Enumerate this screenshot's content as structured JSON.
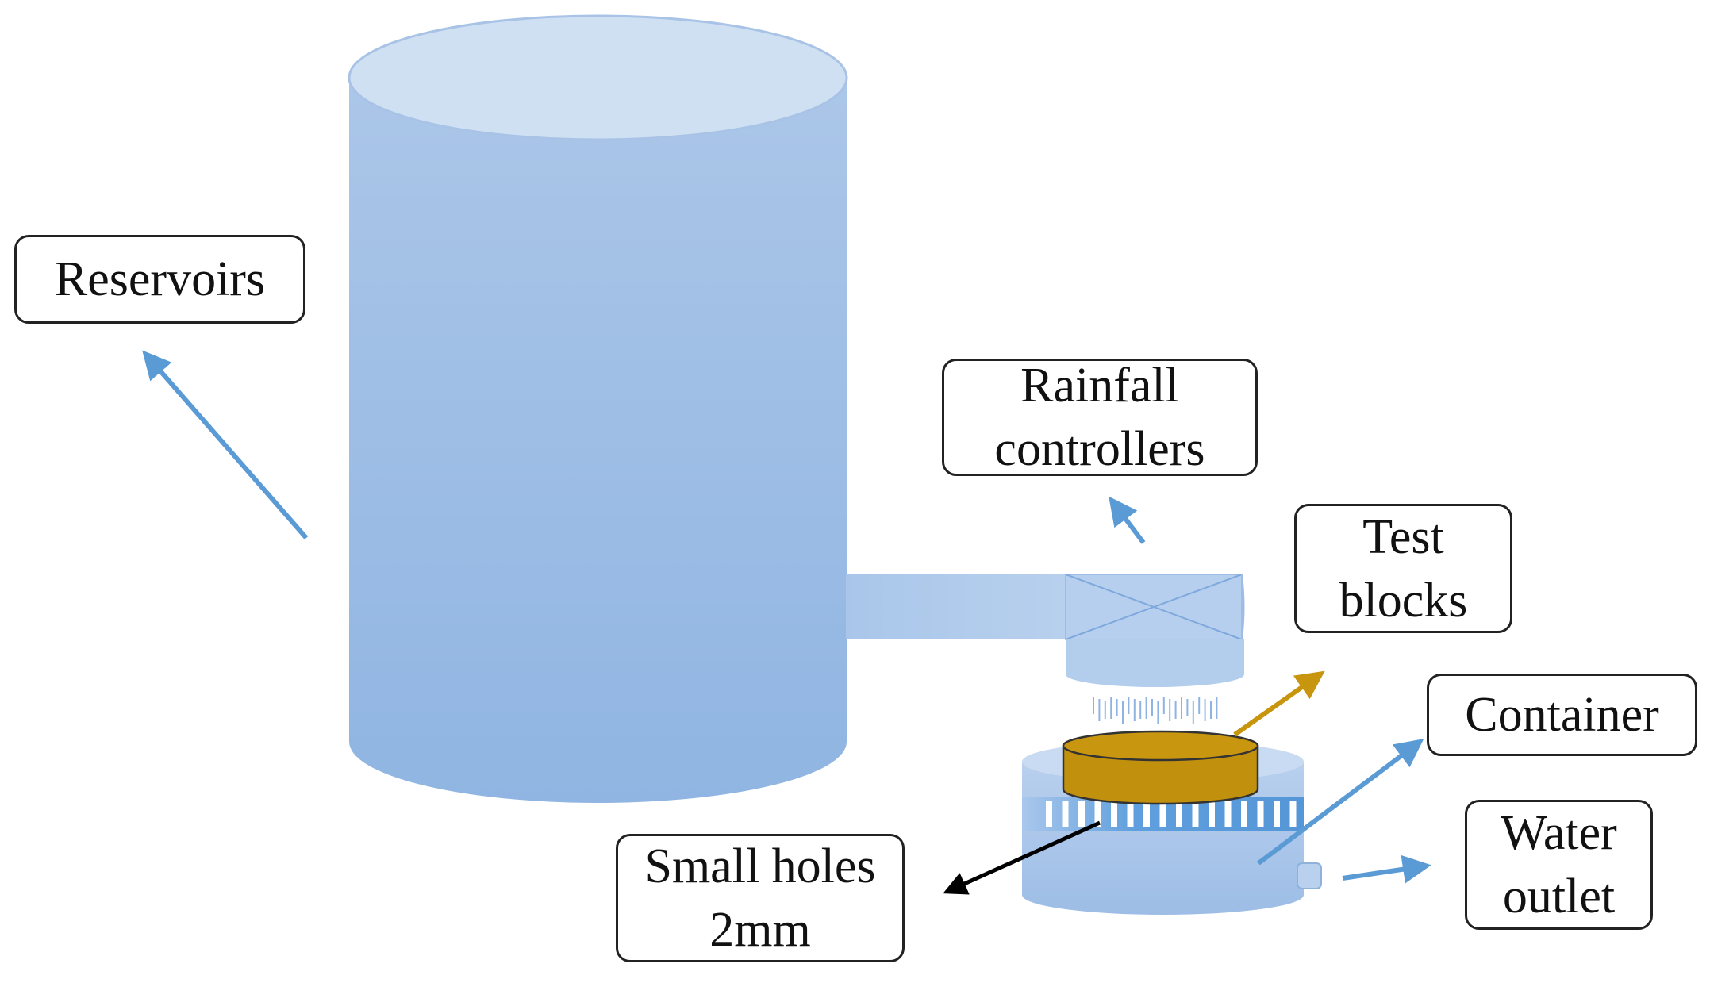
{
  "labels": {
    "reservoirs": "Reservoirs",
    "rainfall_controllers": [
      "Rainfall",
      "controllers"
    ],
    "test_blocks": [
      "Test",
      "blocks"
    ],
    "container": "Container",
    "water_outlet": [
      "Water",
      "outlet"
    ],
    "small_holes": [
      "Small holes",
      "2mm"
    ]
  },
  "colors": {
    "tank_light": "#cfe0f3",
    "tank_body": "#a4c2e6",
    "tank_body_dark": "#93b7e3",
    "pipe": "#b3cdea",
    "test_block": "#c1900c",
    "arrow_blue": "#5b9bd5",
    "arrow_gold": "#c8950e",
    "arrow_black": "#000000",
    "holes_band": "#5f9fdd",
    "hole_slot": "#ffffff"
  }
}
